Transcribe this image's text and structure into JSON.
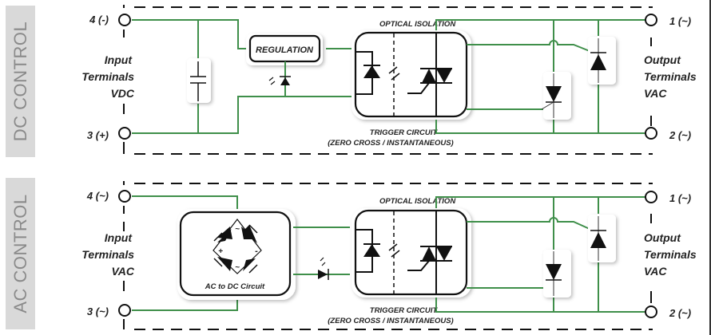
{
  "sections": [
    {
      "title": "DC CONTROL",
      "input_top_terminal": "4 (-)",
      "input_bottom_terminal": "3 (+)",
      "input_label": [
        "Input",
        "Terminals",
        "VDC"
      ],
      "regulation_label": "REGULATION",
      "optical_label": "OPTICAL ISOLATION",
      "trigger_label": "TRIGGER CIRCUIT",
      "trigger_sublabel": "(ZERO CROSS / INSTANTANEOUS)",
      "output_top_terminal": "1 (~)",
      "output_bottom_terminal": "2 (~)",
      "output_label": [
        "Output",
        "Terminals",
        "VAC"
      ]
    },
    {
      "title": "AC CONTROL",
      "input_top_terminal": "4 (~)",
      "input_bottom_terminal": "3 (~)",
      "input_label": [
        "Input",
        "Terminals",
        "VAC"
      ],
      "rectifier_label": "AC to DC Circuit",
      "rectifier_marks": {
        "top": "~",
        "bottom": "~",
        "left": "+",
        "right": "-"
      },
      "optical_label": "OPTICAL ISOLATION",
      "trigger_label": "TRIGGER CIRCUIT",
      "trigger_sublabel": "(ZERO CROSS / INSTANTANEOUS)",
      "output_top_terminal": "1 (~)",
      "output_bottom_terminal": "2 (~)",
      "output_label": [
        "Output",
        "Terminals",
        "VAC"
      ]
    }
  ],
  "colors": {
    "wire": "#3f8f4a",
    "tab": "#d9d9d9",
    "tab_text": "#8a8a8a"
  }
}
